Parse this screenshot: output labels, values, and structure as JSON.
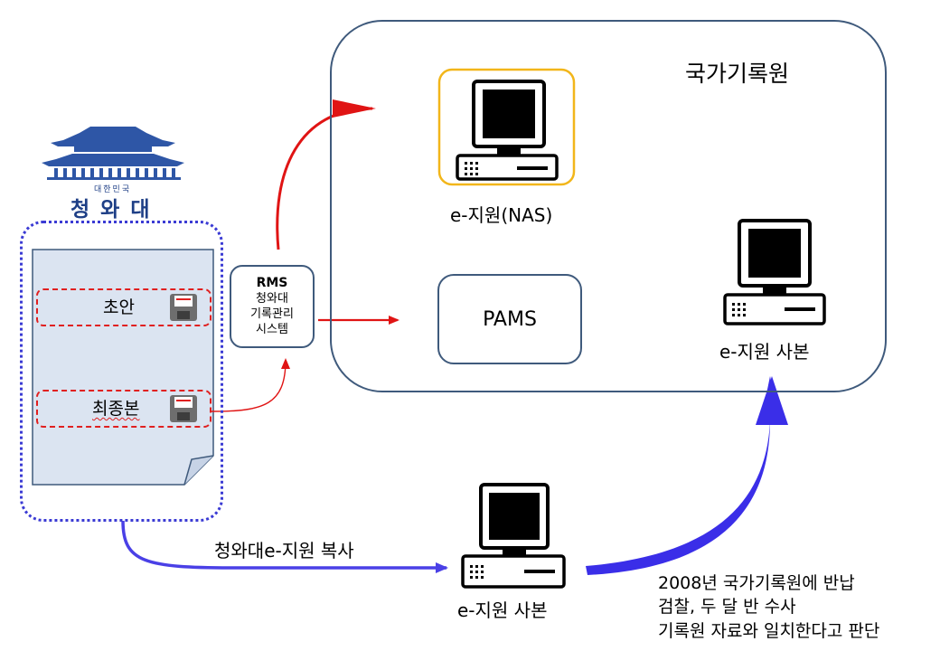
{
  "archive": {
    "title": "국가기록원"
  },
  "computers": {
    "nas": {
      "label": "e-지원(NAS)"
    },
    "archive_copy": {
      "label": "e-지원 사본"
    },
    "seized_copy": {
      "label": "e-지원 사본"
    }
  },
  "pams": {
    "label": "PAMS"
  },
  "rms": {
    "title": "RMS",
    "lines": [
      "청와대",
      "기록관리",
      "시스템"
    ]
  },
  "cheongwadae": {
    "logo_top": "대한민국",
    "logo_main": "청 와 대",
    "documents": [
      {
        "label": "초안"
      },
      {
        "label": "최종본"
      }
    ]
  },
  "edges": {
    "copy_label": "청와대e-지원 복사"
  },
  "notes": [
    "2008년 국가기록원에 반납",
    "검찰, 두 달 반 수사",
    "기록원 자료와 일치한다고 판단"
  ],
  "colors": {
    "frame_blue": "#3f5a7c",
    "dotted_purple": "#3b3bd4",
    "dashed_red": "#e02020",
    "arrow_red": "#e01414",
    "arrow_blue": "#3a2ee8",
    "nas_highlight": "#f2b61a",
    "doc_fill": "#dbe4f1"
  }
}
